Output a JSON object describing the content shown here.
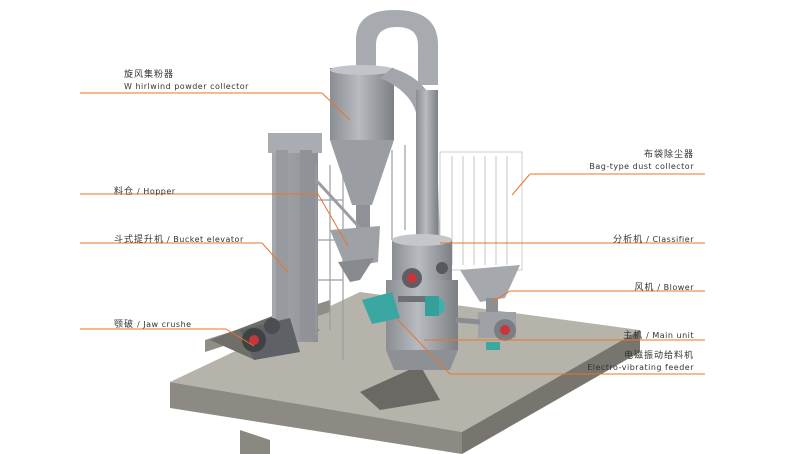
{
  "colors": {
    "leader": "#e8742a",
    "machine": "#9ea2a7",
    "machine_dark": "#7d8287",
    "machine_light": "#b9bdc1",
    "platform": "#8f8d84",
    "platform_top": "#b9b7ae",
    "accent_teal": "#3aa7a2",
    "accent_red": "#c8353a"
  },
  "labels": {
    "whirlwind": {
      "cn": "旋风集粉器",
      "en": "W hirlwind powder collector"
    },
    "hopper": {
      "cn": "料仓",
      "en": "Hopper"
    },
    "bucket": {
      "cn": "斗式提升机",
      "en": "Bucket elevator"
    },
    "jaw": {
      "cn": "颚破",
      "en": "Jaw crushe"
    },
    "bag": {
      "cn": "布袋除尘器",
      "en": "Bag-type dust collector"
    },
    "classifier": {
      "cn": "分析机",
      "en": "Classifier"
    },
    "blower": {
      "cn": "风机",
      "en": "Blower"
    },
    "main": {
      "cn": "主机",
      "en": "Main unit"
    },
    "feeder": {
      "cn": "电磁振动给料机",
      "en": "Electro-vibrating feeder"
    }
  }
}
